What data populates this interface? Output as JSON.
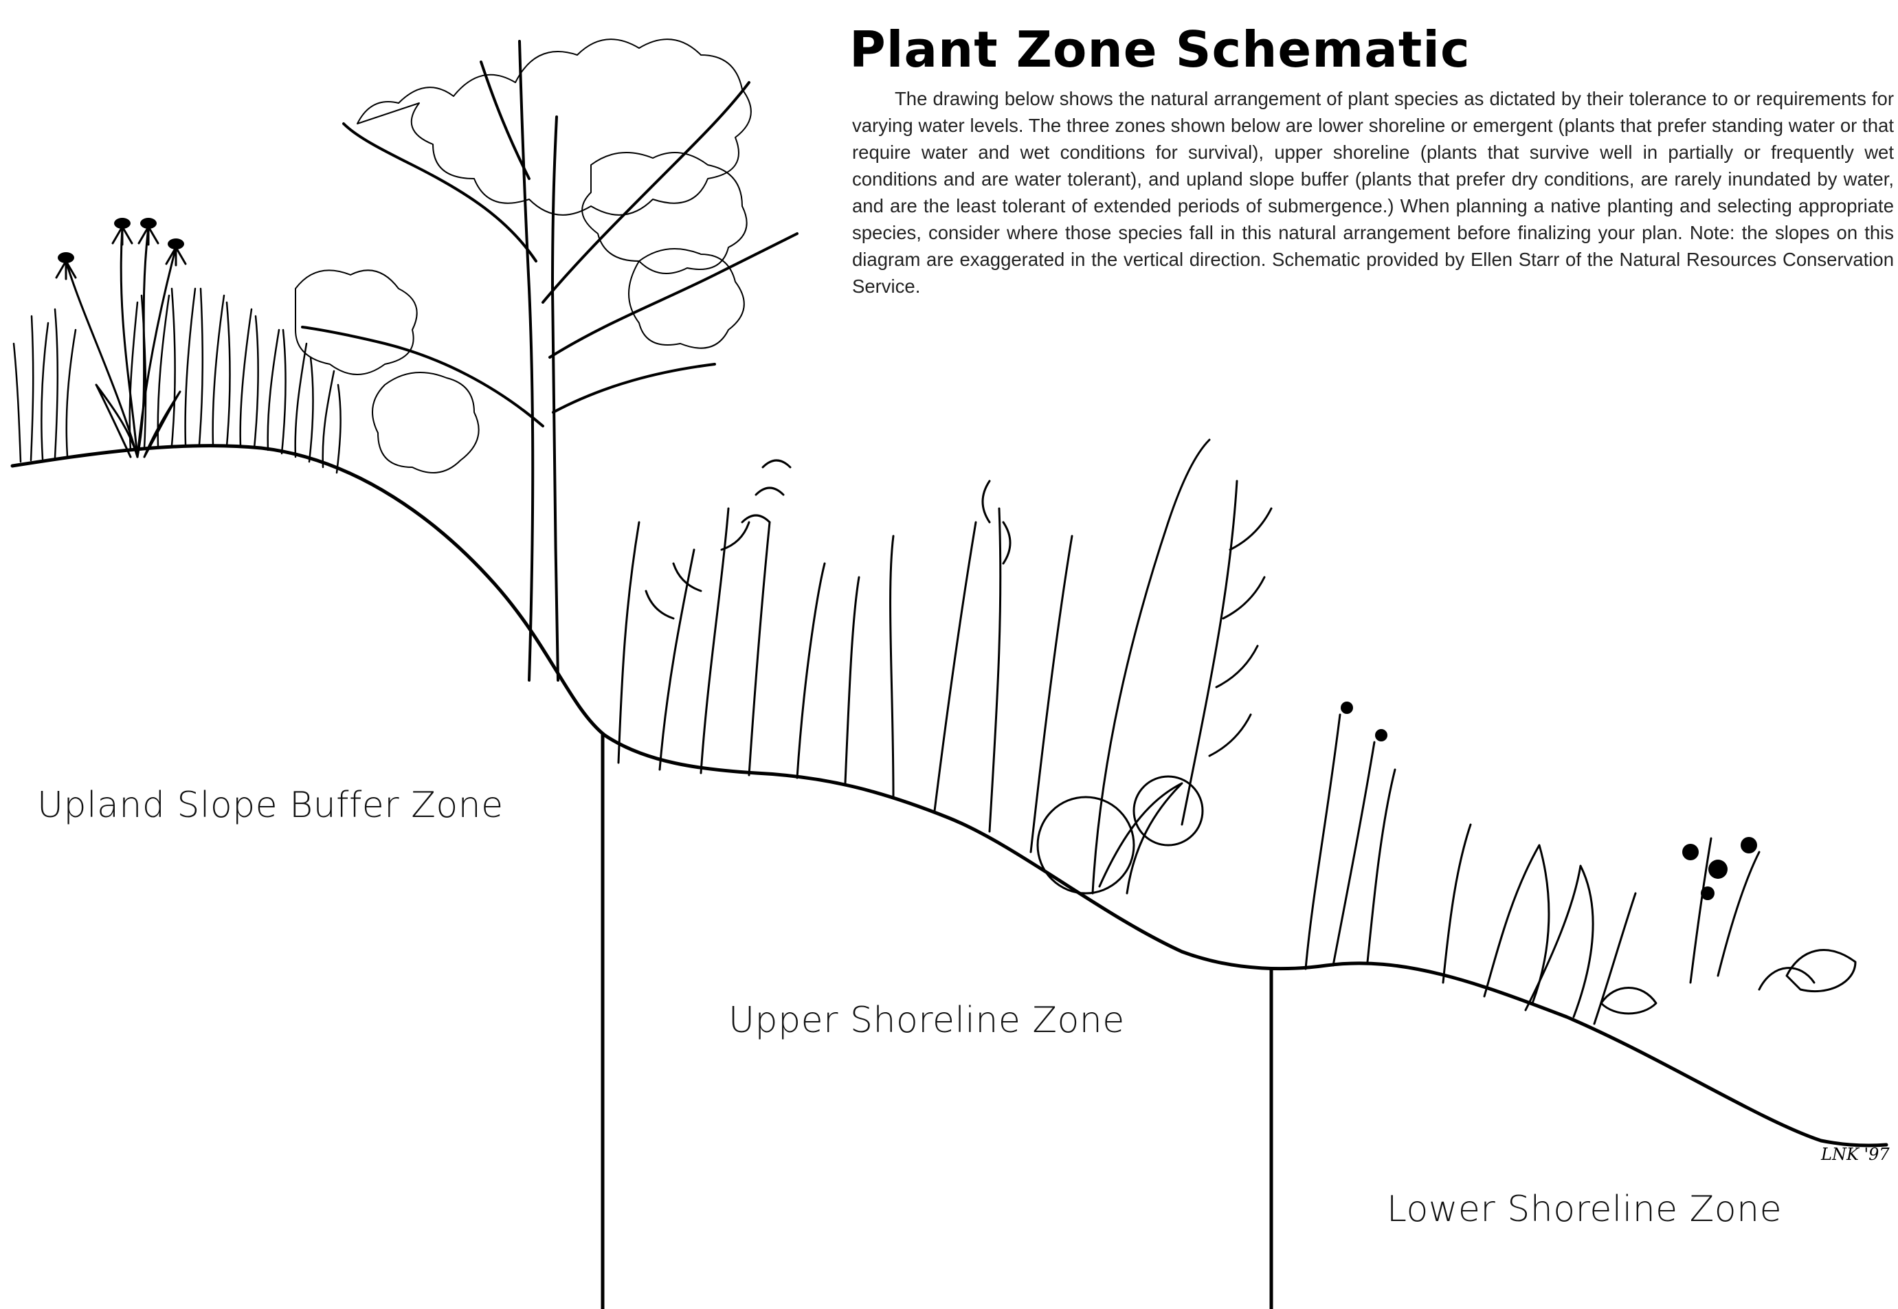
{
  "title": "Plant Zone Schematic",
  "description": "The drawing below shows the natural arrangement of plant species as dictated by their tolerance to or requirements for varying water levels. The three zones shown below are lower shoreline or emergent (plants that prefer standing water or that require water and wet conditions for survival), upper shoreline (plants that survive well in partially or frequently wet conditions and are water tolerant), and upland slope buffer (plants that prefer dry conditions, are rarely inundated by water, and are the least tolerant of extended periods of submergence.) When planning a native planting and selecting appropriate species, consider where those species fall in this natural arrangement before finalizing your plan. Note: the slopes on this diagram are exaggerated in the vertical direction. Schematic provided by Ellen Starr of the Natural Resources Conservation Service.",
  "zones": [
    {
      "label": "Upland Slope Buffer Zone"
    },
    {
      "label": "Upper Shoreline Zone"
    },
    {
      "label": "Lower Shoreline Zone"
    }
  ],
  "signature": "LNK '97",
  "colors": {
    "ink": "#000000",
    "paper": "#ffffff"
  }
}
